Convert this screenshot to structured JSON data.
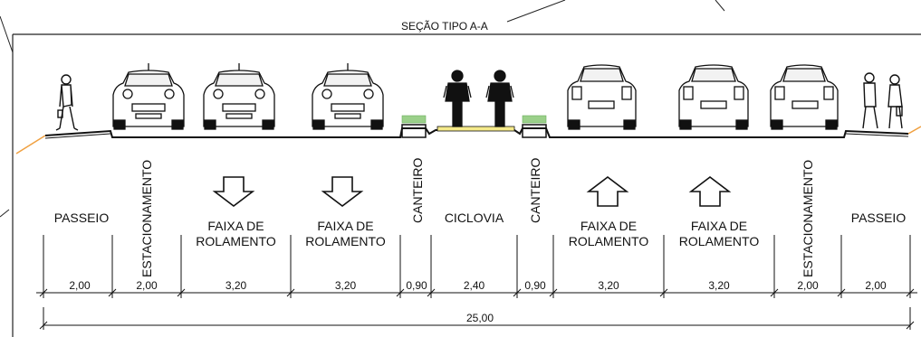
{
  "title": "SEÇÃO TIPO A-A",
  "zones": [
    {
      "id": "passeio-left",
      "label": "PASSEIO",
      "width": "2,00"
    },
    {
      "id": "estacionamento-left",
      "label": "ESTACIONAMENTO",
      "width": "2,00"
    },
    {
      "id": "faixa-1",
      "label_line1": "FAIXA DE",
      "label_line2": "ROLAMENTO",
      "width": "3,20",
      "arrow": "down"
    },
    {
      "id": "faixa-2",
      "label_line1": "FAIXA DE",
      "label_line2": "ROLAMENTO",
      "width": "3,20",
      "arrow": "down"
    },
    {
      "id": "canteiro-left",
      "label": "CANTEIRO",
      "width": "0,90"
    },
    {
      "id": "ciclovia",
      "label": "CICLOVIA",
      "width": "2,40"
    },
    {
      "id": "canteiro-right",
      "label": "CANTEIRO",
      "width": "0,90"
    },
    {
      "id": "faixa-3",
      "label_line1": "FAIXA DE",
      "label_line2": "ROLAMENTO",
      "width": "3,20",
      "arrow": "up"
    },
    {
      "id": "faixa-4",
      "label_line1": "FAIXA DE",
      "label_line2": "ROLAMENTO",
      "width": "3,20",
      "arrow": "up"
    },
    {
      "id": "estacionamento-right",
      "label": "ESTACIONAMENTO",
      "width": "2,00"
    },
    {
      "id": "passeio-right",
      "label": "PASSEIO",
      "width": "2,00"
    }
  ],
  "total_width": "25,00",
  "colors": {
    "line": "#111111",
    "planting": "#9bd08a",
    "bikelane": "#f5ea8a",
    "terrain": "#f0a040"
  }
}
